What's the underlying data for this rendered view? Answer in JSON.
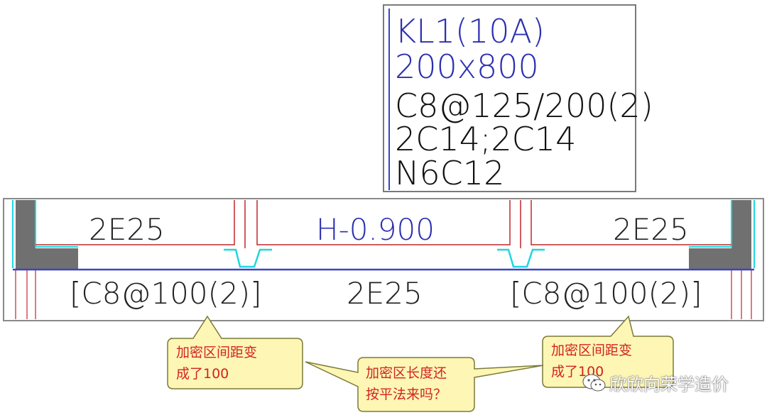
{
  "annotation_box": {
    "lines": [
      "KL1(10A)",
      "200x800",
      "C8@125/200(2)",
      "2C14;2C14",
      "N6C12"
    ],
    "line_colors": [
      "#2b2fb0",
      "#2b2fb0",
      "#111111",
      "#111111",
      "#111111"
    ]
  },
  "beam": {
    "top_left_label": "2E25",
    "elevation_label": "H-0.900",
    "top_right_label": "2E25",
    "left_stirrup_label": "[C8@100(2)]",
    "bottom_label": "2E25",
    "right_stirrup_label": "[C8@100(2)]"
  },
  "callouts": {
    "left": {
      "line1": "加密区间距变",
      "line2": "成了100"
    },
    "right": {
      "line1": "加密区间距变",
      "line2": "成了100"
    },
    "center": {
      "line1": "加密区长度还",
      "line2": "按平法来吗？"
    }
  },
  "watermark": {
    "text": "欣欣向荣学造价"
  },
  "colors": {
    "callout_fill": "#fdf6b4",
    "callout_border": "#7a7a3a",
    "callout_text": "#d22323",
    "beam_line_red": "#c0262b",
    "beam_line_blue": "#3a44c8",
    "cyan": "#1fd6e0",
    "gray_block": "#707070"
  }
}
